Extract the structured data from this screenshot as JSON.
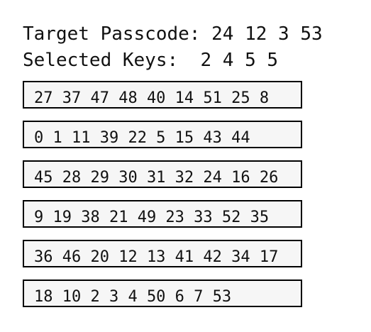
{
  "header": {
    "target_label": "Target Passcode:",
    "target_value": "24 12 3 53",
    "selected_label": "Selected Keys:",
    "selected_value": "2 4 5 5"
  },
  "rows": [
    "27 37 47 48 40 14 51 25 8",
    "0 1 11 39 22 5 15 43 44",
    "45 28 29 30 31 32 24 16 26",
    "9 19 38 21 49 23 33 52 35",
    "36 46 20 12 13 41 42 34 17",
    "18 10 2 3 4 50 6 7 53"
  ]
}
